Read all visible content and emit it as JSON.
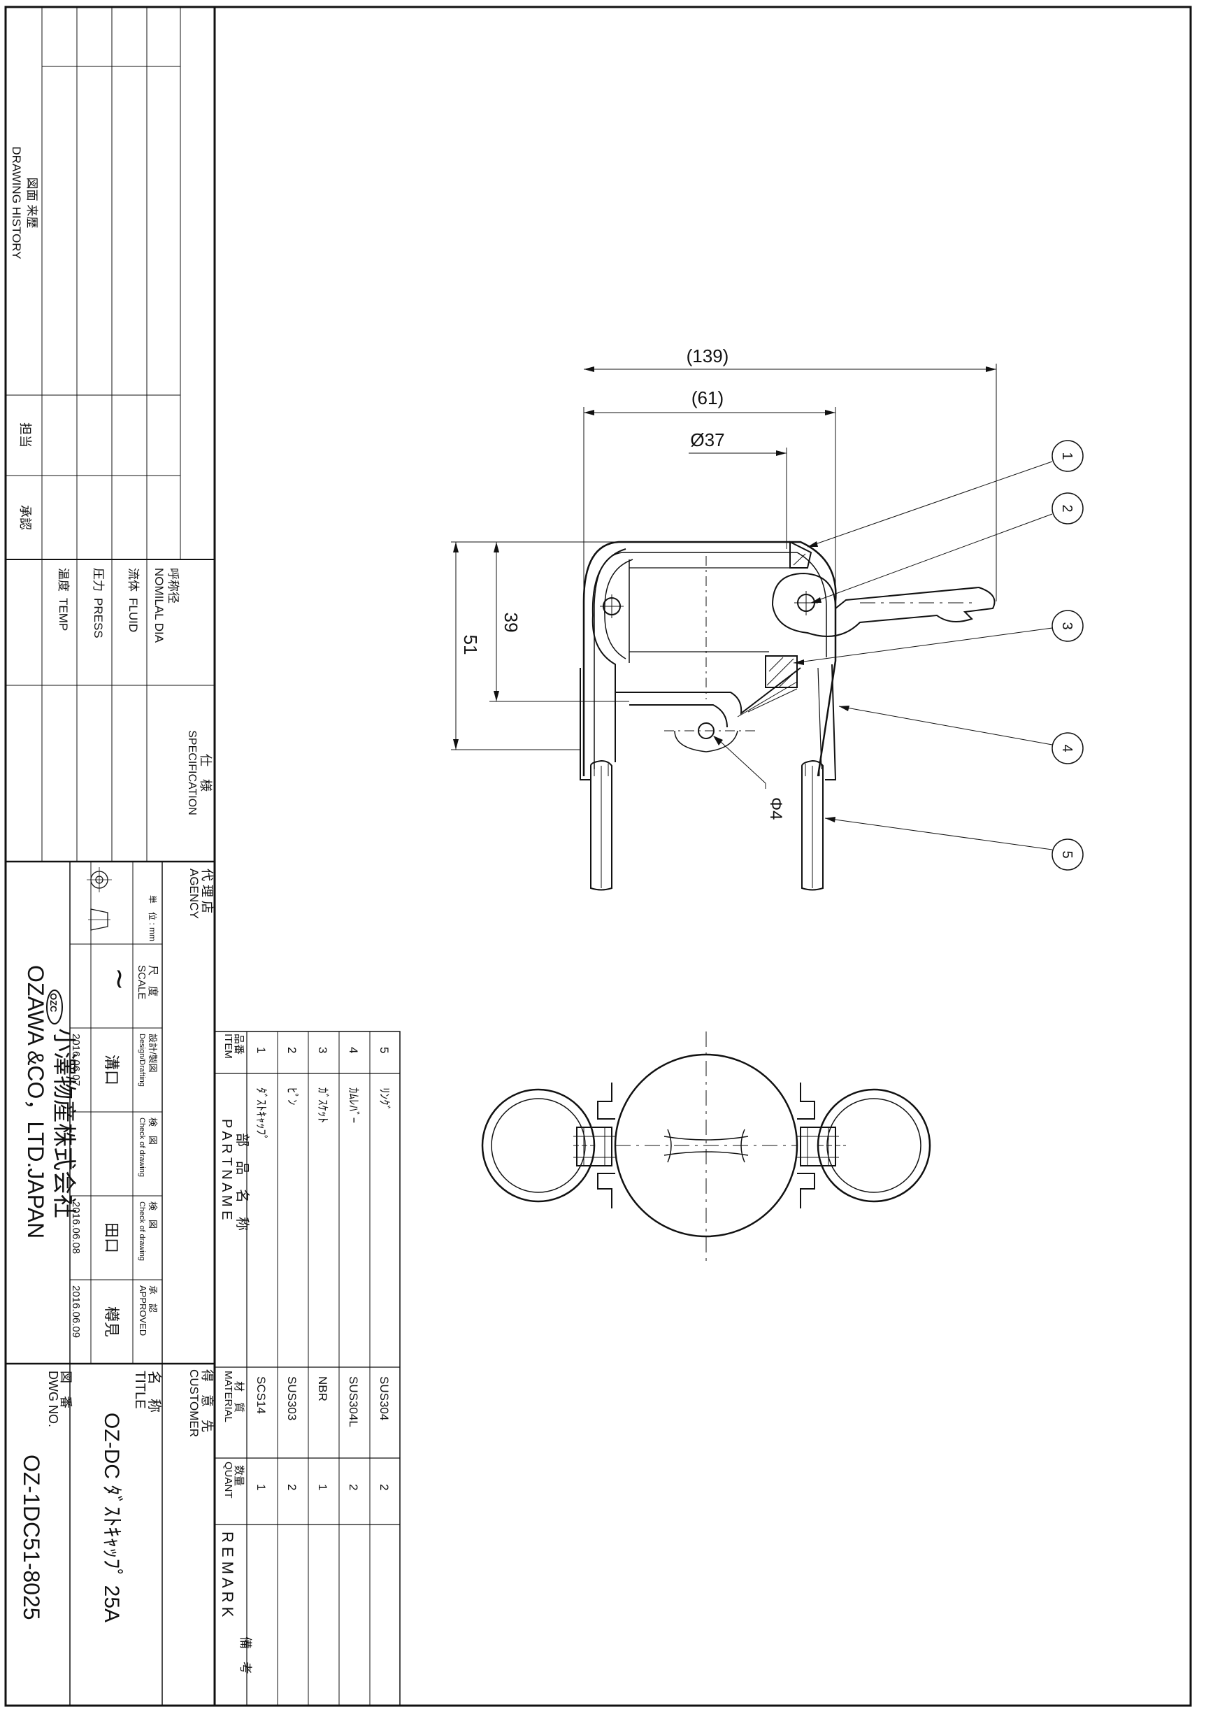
{
  "history": {
    "title_jp": "図面 来歴",
    "title_en": "DRAWING HISTORY",
    "person_label": "担当",
    "approval_label": "承認"
  },
  "specification": {
    "title_jp": "仕　様",
    "title_en": "SPECIFICATION",
    "rows": [
      {
        "label_jp": "呼称径",
        "label_en": "NOMILAL DIA"
      },
      {
        "label_jp": "流体",
        "label_en": "FLUID"
      },
      {
        "label_jp": "圧力",
        "label_en": "PRESS"
      },
      {
        "label_jp": "温度",
        "label_en": "TEMP"
      }
    ]
  },
  "agency": {
    "label_jp": "代 理 店",
    "label_en": "AGENCY"
  },
  "unit": {
    "label": "単　位 : mm"
  },
  "scale": {
    "label_jp": "尺　度",
    "label_en": "SCALE",
    "value": "∼"
  },
  "signoffs": [
    {
      "label_jp": "設計/製図",
      "label_en": "Design/Drafting",
      "name": "溝口",
      "date": "2016.06.07"
    },
    {
      "label_jp": "検　図",
      "label_en": "Check of drawing",
      "name": "",
      "date": ""
    },
    {
      "label_jp": "検　図",
      "label_en": "Check of drawing",
      "name": "田口",
      "date": "2016.06.08"
    },
    {
      "label_jp": "承　認",
      "label_en": "APPROVED",
      "name": "樽見",
      "date": "2016.06.09"
    }
  ],
  "company": {
    "logo": "OZC",
    "name_jp": "小澤物産株式会社",
    "name_en": "OZAWA &CO，LTD.JAPAN"
  },
  "customer": {
    "label_jp": "得　意　先",
    "label_en": "CUSTOMER"
  },
  "title_block": {
    "label_jp": "名　称",
    "label_en": "TITLE",
    "value": "OZ-DC ﾀﾞｽﾄｷｬｯﾌﾟ 25A"
  },
  "dwg": {
    "label_jp": "図　番",
    "label_en": "DWG NO.",
    "value": "OZ-1DC51-8025"
  },
  "parts_table": {
    "headers": {
      "item_jp": "品番",
      "item_en": "ITEM",
      "part_jp": "部　品　名　称",
      "part_en": "P A R T   N A M E",
      "material_jp": "材　質",
      "material_en": "MATERIAL",
      "quant_jp": "数量",
      "quant_en": "QUANT",
      "remark_jp": "備　考",
      "remark_en": "R E M A R K"
    },
    "rows": [
      {
        "item": "1",
        "name": "ﾀﾞｽﾄｷｬｯﾌﾟ",
        "material": "SCS14",
        "quant": "1"
      },
      {
        "item": "2",
        "name": "ﾋﾟﾝ",
        "material": "SUS303",
        "quant": "2"
      },
      {
        "item": "3",
        "name": "ｶﾞｽｹｯﾄ",
        "material": "NBR",
        "quant": "1"
      },
      {
        "item": "4",
        "name": "ｶﾑﾚﾊﾞｰ",
        "material": "SUS304L",
        "quant": "2"
      },
      {
        "item": "5",
        "name": "ﾘﾝｸﾞ",
        "material": "SUS304",
        "quant": "2"
      }
    ]
  },
  "dimensions": {
    "d139": "(139)",
    "d61": "(61)",
    "d37": "Ø37",
    "d39": "39",
    "d51": "51",
    "d4": "Φ4"
  },
  "balloons": [
    "1",
    "2",
    "3",
    "4",
    "5"
  ]
}
